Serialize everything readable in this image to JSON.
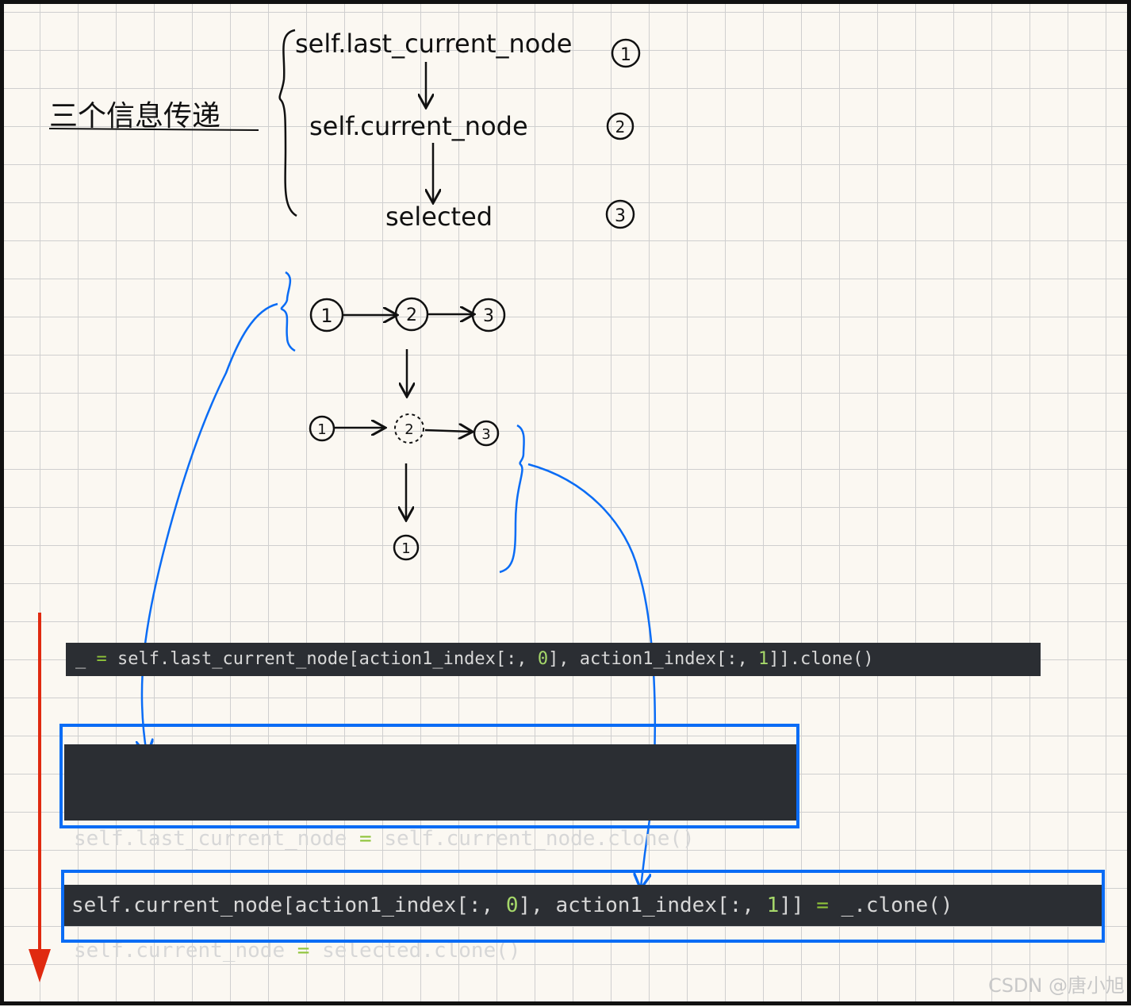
{
  "handwritten": {
    "left_label": "三个信息传递",
    "items": [
      {
        "text": "self.last_current_node",
        "num": "1"
      },
      {
        "text": "self.current_node",
        "num": "2"
      },
      {
        "text": "selected",
        "num": "3"
      }
    ],
    "diagram_top": [
      "1",
      "2",
      "3"
    ],
    "diagram_mid": [
      "1",
      "2",
      "3"
    ],
    "diagram_bottom": "1"
  },
  "code": {
    "line1": {
      "a": "_ ",
      "op": "=",
      "b": " self.last_current_node[action1_index[:, ",
      "n1": "0",
      "c": "], action1_index[:, ",
      "n2": "1",
      "d": "]].clone()"
    },
    "line2": {
      "a": "self.last_current_node ",
      "op": "=",
      "b": " self.current_node.clone()"
    },
    "line3": {
      "a": "self.current_node ",
      "op": "=",
      "b": " selected.clone()"
    },
    "line4": {
      "a": "self.current_node[action1_index[:, ",
      "n1": "0",
      "b": "], action1_index[:, ",
      "n2": "1",
      "c": "]] ",
      "op": "=",
      "d": " _.clone()"
    }
  },
  "colors": {
    "box": "#0a6cf5",
    "arrow_time": "#e02a10",
    "code_bg": "#2b2e33"
  },
  "watermark": "CSDN @唐小旭"
}
